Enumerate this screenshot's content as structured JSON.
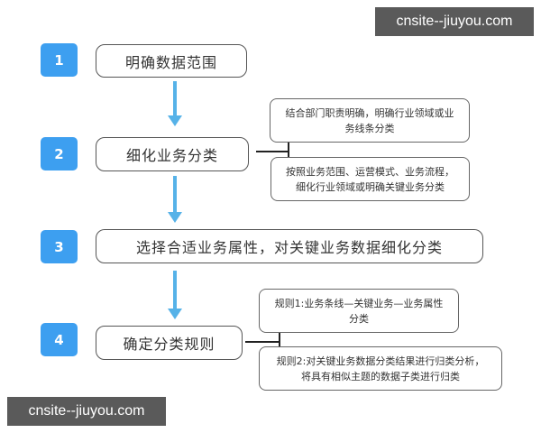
{
  "steps": [
    {
      "number": "1",
      "label": "明确数据范围"
    },
    {
      "number": "2",
      "label": "细化业务分类"
    },
    {
      "number": "3",
      "label": "选择合适业务属性，对关键业务数据细化分类"
    },
    {
      "number": "4",
      "label": "确定分类规则"
    }
  ],
  "step2_notes": [
    {
      "line1": "结合部门职责明确，明确行业领域或业",
      "line2": "务线条分类"
    },
    {
      "line1": "按照业务范围、运营模式、业务流程，",
      "line2": "细化行业领域或明确关键业务分类"
    }
  ],
  "step4_notes": [
    {
      "line1": "规则1:业务条线—关键业务—业务属性",
      "line2": "分类"
    },
    {
      "line1": "规则2:对关键业务数据分类结果进行归类分析，",
      "line2": "将具有相似主题的数据子类进行归类"
    }
  ],
  "watermarks": {
    "top": "cnsite--jiuyou.com",
    "bottom": "cnsite--jiuyou.com"
  },
  "colors": {
    "badge": "#3d9ff0",
    "arrow": "#56b2e8",
    "watermark_bg": "#5a5a5a"
  }
}
